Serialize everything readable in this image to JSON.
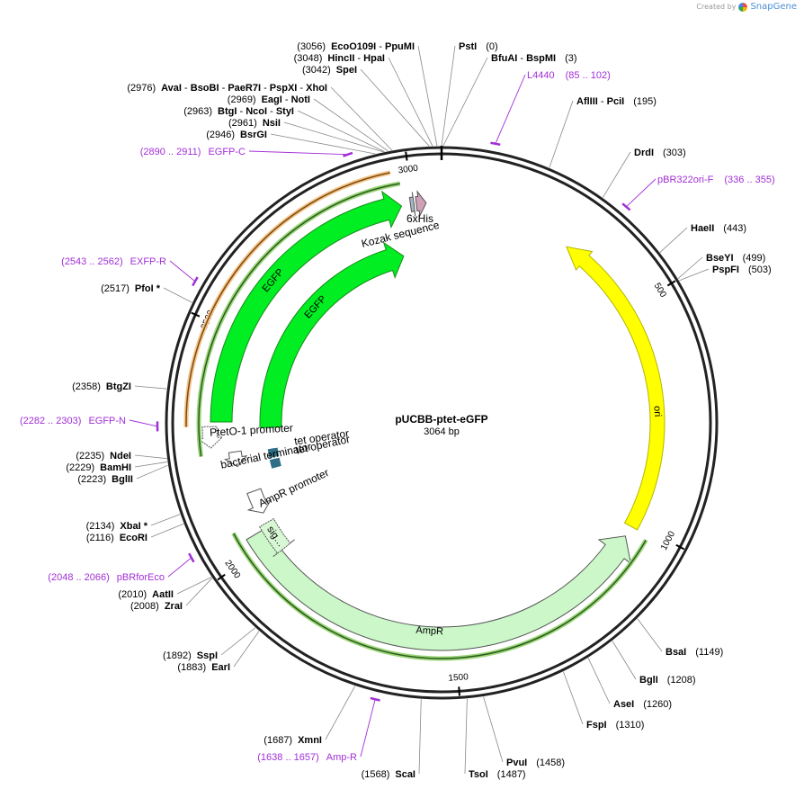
{
  "branding": {
    "created_by": "Created by",
    "app": "SnapGene"
  },
  "plasmid": {
    "name": "pUCBB-ptet-eGFP",
    "length": "3064 bp",
    "total_bp": 3064
  },
  "ticks": [
    "500",
    "1000",
    "1500",
    "2000",
    "2500",
    "3000"
  ],
  "colors": {
    "backbone": "#222222",
    "enzyme_label": "#000000",
    "primer": "#a12fd6",
    "egfp": "#00ee22",
    "ori": "#ffff00",
    "ampr": "#cbf7c9",
    "his": "#d0a0b8",
    "kozak": "#a9b4c2",
    "operator": "#2f6e86"
  },
  "sites": [
    {
      "name": "PstI",
      "pos": "(0)",
      "bp": 0
    },
    {
      "name": "BfuAI - BspMI",
      "pos": "(3)",
      "bp": 3
    },
    {
      "name": "AflIII - PciI",
      "pos": "(195)",
      "bp": 195
    },
    {
      "name": "DrdI",
      "pos": "(303)",
      "bp": 303
    },
    {
      "name": "HaeII",
      "pos": "(443)",
      "bp": 443
    },
    {
      "name": "BseYI",
      "pos": "(499)",
      "bp": 499
    },
    {
      "name": "PspFI",
      "pos": "(503)",
      "bp": 503
    },
    {
      "name": "BsaI",
      "pos": "(1149)",
      "bp": 1149
    },
    {
      "name": "BglI",
      "pos": "(1208)",
      "bp": 1208
    },
    {
      "name": "AseI",
      "pos": "(1260)",
      "bp": 1260
    },
    {
      "name": "FspI",
      "pos": "(1310)",
      "bp": 1310
    },
    {
      "name": "PvuI",
      "pos": "(1458)",
      "bp": 1458
    },
    {
      "name": "TsoI",
      "pos": "(1487)",
      "bp": 1487
    },
    {
      "name": "ScaI",
      "pos": "(1568)",
      "bp": 1568
    },
    {
      "name": "XmnI",
      "pos": "(1687)",
      "bp": 1687
    },
    {
      "name": "EarI",
      "pos": "(1883)",
      "bp": 1883
    },
    {
      "name": "SspI",
      "pos": "(1892)",
      "bp": 1892
    },
    {
      "name": "ZraI",
      "pos": "(2008)",
      "bp": 2008
    },
    {
      "name": "AatII",
      "pos": "(2010)",
      "bp": 2010
    },
    {
      "name": "EcoRI",
      "pos": "(2116)",
      "bp": 2116
    },
    {
      "name": "XbaI *",
      "pos": "(2134)",
      "bp": 2134
    },
    {
      "name": "BglII",
      "pos": "(2223)",
      "bp": 2223
    },
    {
      "name": "BamHI",
      "pos": "(2229)",
      "bp": 2229
    },
    {
      "name": "NdeI",
      "pos": "(2235)",
      "bp": 2235
    },
    {
      "name": "BtgZI",
      "pos": "(2358)",
      "bp": 2358
    },
    {
      "name": "PfoI *",
      "pos": "(2517)",
      "bp": 2517
    },
    {
      "name": "BsrGI",
      "pos": "(2946)",
      "bp": 2946
    },
    {
      "name": "NsiI",
      "pos": "(2961)",
      "bp": 2961
    },
    {
      "name": "BtgI - NcoI - StyI",
      "pos": "(2963)",
      "bp": 2963
    },
    {
      "name": "EagI - NotI",
      "pos": "(2969)",
      "bp": 2969
    },
    {
      "name": "AvaI - BsoBI - PaeR7I - PspXI - XhoI",
      "pos": "(2976)",
      "bp": 2976
    },
    {
      "name": "SpeI",
      "pos": "(3042)",
      "bp": 3042
    },
    {
      "name": "HincII - HpaI",
      "pos": "(3048)",
      "bp": 3048
    },
    {
      "name": "EcoO109I - PpuMI",
      "pos": "(3056)",
      "bp": 3056
    }
  ],
  "primers": [
    {
      "name": "L4440",
      "range": "(85 .. 102)",
      "bp": 93
    },
    {
      "name": "pBR322ori-F",
      "range": "(336 .. 355)",
      "bp": 345
    },
    {
      "name": "Amp-R",
      "range": "(1638 .. 1657)",
      "bp": 1647
    },
    {
      "name": "pBRforEco",
      "range": "(2048 .. 2066)",
      "bp": 2057
    },
    {
      "name": "EGFP-N",
      "range": "(2282 .. 2303)",
      "bp": 2292
    },
    {
      "name": "EXFP-R",
      "range": "(2543 .. 2562)",
      "bp": 2552
    },
    {
      "name": "EGFP-C",
      "range": "(2890 .. 2911)",
      "bp": 2900
    }
  ],
  "features": {
    "ori": "ori",
    "ampr": "AmpR",
    "sig": "sig…",
    "ampr_promoter": "AmpR promoter",
    "bacterial_terminator": "bacterial terminator",
    "ptet_promoter": "PtetO-1 promoter",
    "tet_operator_1": "tet operator",
    "tet_operator_2": "tet operator",
    "egfp_outer": "EGFP",
    "egfp_inner": "EGFP",
    "his_tag": "6xHis",
    "kozak": "Kozak sequence"
  }
}
